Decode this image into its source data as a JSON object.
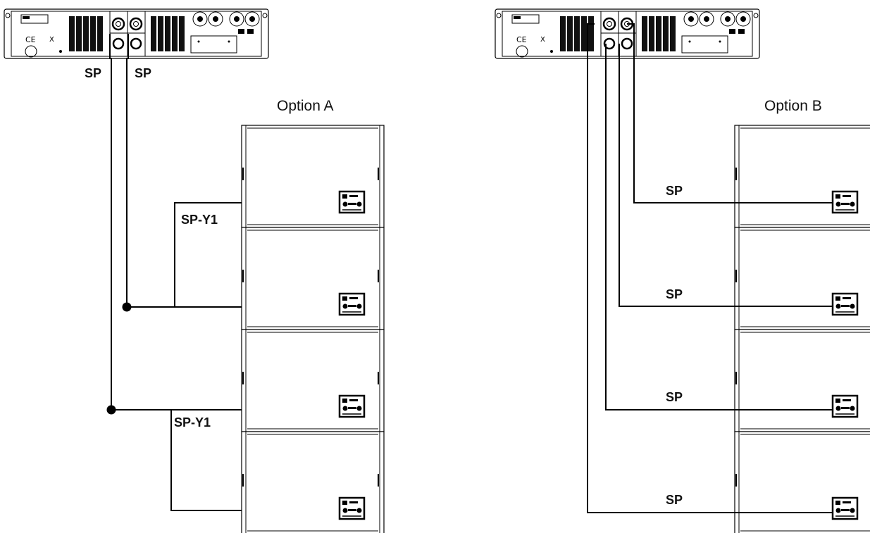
{
  "option_a": {
    "title": "Option A",
    "amp_labels": [
      "SP",
      "SP"
    ],
    "link_labels": [
      "SP-Y1",
      "SP-Y1"
    ],
    "cabinet_count": 4
  },
  "option_b": {
    "title": "Option B",
    "cable_labels": [
      "SP",
      "SP",
      "SP",
      "SP"
    ],
    "cabinet_count": 4
  },
  "colors": {
    "line": "#000000",
    "background": "#ffffff"
  }
}
